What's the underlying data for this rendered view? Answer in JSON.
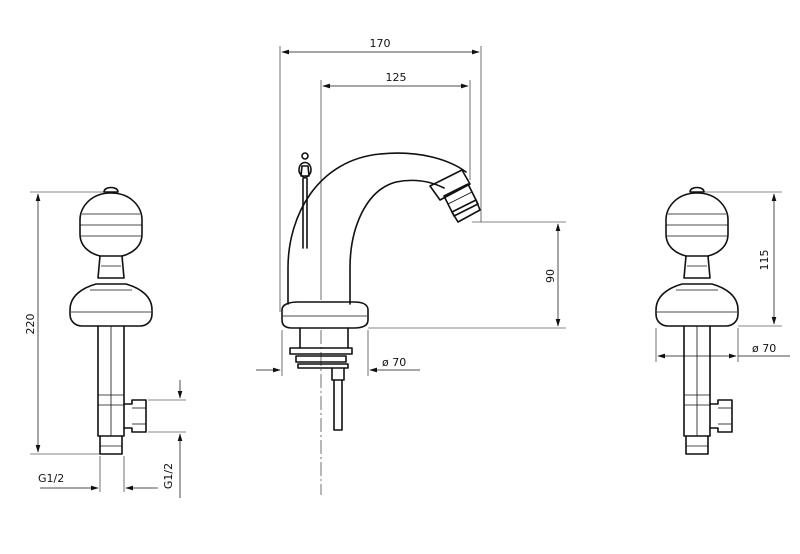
{
  "dimensions": {
    "total_width": "170",
    "spout_reach": "125",
    "spout_height": "90",
    "base_diameter_center": "ø 70",
    "base_diameter_right": "ø 70",
    "valve_height_left": "220",
    "valve_height_right": "115",
    "connection_left_bottom": "G1/2",
    "connection_left_side": "G1/2"
  }
}
